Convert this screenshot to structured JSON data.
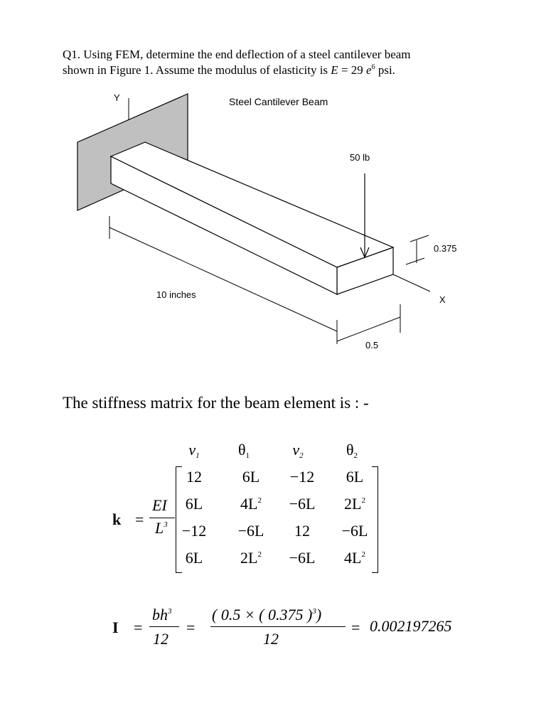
{
  "question": {
    "line1": "Q1. Using FEM, determine the end deflection of a steel cantilever beam",
    "line2_prefix": "shown in Figure 1. Assume the modulus of elasticity is ",
    "e_symbol": "E",
    "e_value": " = 29 ",
    "e_base": "e",
    "e_exp": "6",
    "e_unit": " psi."
  },
  "figure": {
    "title": "Steel Cantilever Beam",
    "y_axis": "Y",
    "x_axis": "X",
    "load": "50 lb",
    "height": "0.375",
    "length": "10 inches",
    "width": "0.5"
  },
  "intro": "The stiffness matrix for the beam element is : -",
  "matrix": {
    "symbol": "k",
    "eq": "=",
    "coef_num": "EI",
    "coef_den_base": "L",
    "coef_den_exp": "3",
    "headers": [
      {
        "base": "v",
        "sub": "1"
      },
      {
        "base": "θ",
        "sub": "1"
      },
      {
        "base": "v",
        "sub": "2"
      },
      {
        "base": "θ",
        "sub": "2"
      }
    ],
    "rows": [
      [
        {
          "t": "12",
          "e": ""
        },
        {
          "t": "6L",
          "e": ""
        },
        {
          "t": "−12",
          "e": ""
        },
        {
          "t": "6L",
          "e": ""
        }
      ],
      [
        {
          "t": "6L",
          "e": ""
        },
        {
          "t": "4L",
          "e": "2"
        },
        {
          "t": "−6L",
          "e": ""
        },
        {
          "t": "2L",
          "e": "2"
        }
      ],
      [
        {
          "t": "−12",
          "e": ""
        },
        {
          "t": "−6L",
          "e": ""
        },
        {
          "t": "12",
          "e": ""
        },
        {
          "t": "−6L",
          "e": ""
        }
      ],
      [
        {
          "t": "6L",
          "e": ""
        },
        {
          "t": "2L",
          "e": "2"
        },
        {
          "t": "−6L",
          "e": ""
        },
        {
          "t": "4L",
          "e": "2"
        }
      ]
    ]
  },
  "inertia": {
    "symbol": "I",
    "eq1": "=",
    "num": "bh",
    "num_exp": "3",
    "den": "12",
    "eq2": "=",
    "expr_a": "( 0.5 × ( 0.375 )",
    "expr_exp": "3",
    "expr_b": ")",
    "den2": "12",
    "eq3": "=",
    "result": "0.002197265"
  }
}
